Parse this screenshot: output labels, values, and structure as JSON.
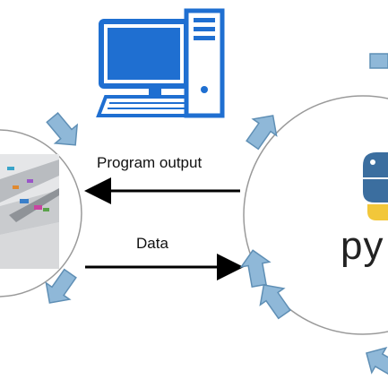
{
  "labels": {
    "program_output": "Program output",
    "data": "Data",
    "python_text": "py"
  },
  "icons": {
    "computer": "desktop-computer-icon",
    "simulation": "traffic-simulation-image",
    "python": "python-logo-icon"
  },
  "colors": {
    "loop_arrow": "#8fb8d8",
    "loop_arrow_stroke": "#5f8fb5",
    "monitor_blue": "#1f6fd1",
    "circle_line": "#9a9a9a",
    "python_blue": "#3b6e9f",
    "python_yellow": "#f2c73a"
  }
}
